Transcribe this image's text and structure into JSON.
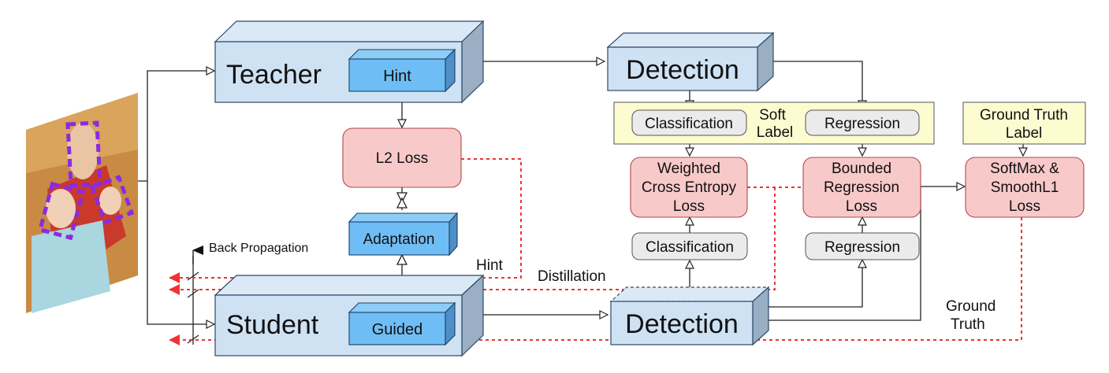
{
  "teacher": {
    "label": "Teacher",
    "inner": "Hint"
  },
  "student": {
    "label": "Student",
    "inner": "Guided"
  },
  "l2_loss": "L2 Loss",
  "adaptation": "Adaptation",
  "teacher_detection": "Detection",
  "student_detection": "Detection",
  "soft_label": {
    "line1": "Soft",
    "line2": "Label",
    "classification": "Classification",
    "regression": "Regression"
  },
  "weighted_ce_loss": [
    "Weighted",
    "Cross Entropy",
    "Loss"
  ],
  "bounded_reg_loss": [
    "Bounded",
    "Regression",
    "Loss"
  ],
  "student_classification": "Classification",
  "student_regression": "Regression",
  "ground_truth_label": [
    "Ground Truth",
    "Label"
  ],
  "softmax_loss": [
    "SoftMax &",
    "SmoothL1",
    "Loss"
  ],
  "annotations": {
    "back_propagation": "Back Propagation",
    "hint": "Hint",
    "distillation": "Distillation",
    "ground_truth": [
      "Ground",
      "Truth"
    ]
  },
  "colors": {
    "box3d_face": "#cfe2f3",
    "box3d_side": "#9aafc3",
    "inner_box": "#6fbdf5",
    "loss_box": "#f8c9c9",
    "pill_box": "#ebebeb",
    "yellow_panel": "#fdfcd0",
    "gradient_flow": "#ee3333"
  }
}
